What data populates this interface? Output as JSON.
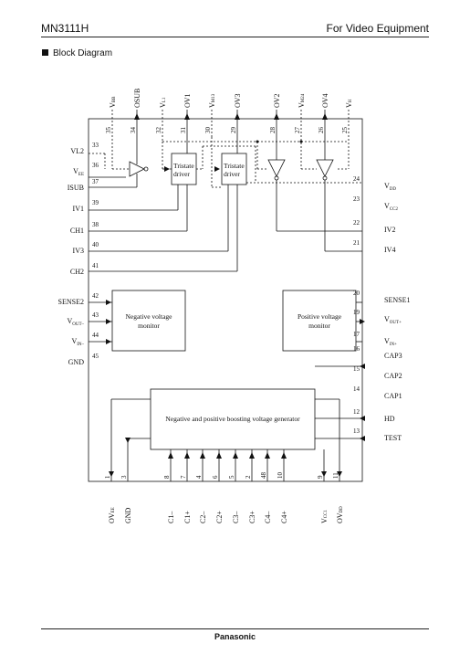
{
  "header": {
    "part_number": "MN3111H",
    "category": "For Video Equipment"
  },
  "section_title": "Block Diagram",
  "footer": {
    "brand": "Panasonic"
  },
  "blocks": {
    "tristate1": [
      "Tristate",
      "driver"
    ],
    "tristate2": [
      "Tristate",
      "driver"
    ],
    "neg_monitor": [
      "Negative voltage",
      "monitor"
    ],
    "pos_monitor": [
      "Positive voltage",
      "monitor"
    ],
    "generator": "Negative and positive boosting voltage generator"
  },
  "pins": {
    "top": [
      {
        "num": "35",
        "name": "V",
        "sub": "BB"
      },
      {
        "num": "34",
        "name": "OSUB",
        "sub": ""
      },
      {
        "num": "32",
        "name": "V",
        "sub": "L1"
      },
      {
        "num": "31",
        "name": "OV1",
        "sub": ""
      },
      {
        "num": "30",
        "name": "V",
        "sub": "M13"
      },
      {
        "num": "29",
        "name": "OV3",
        "sub": ""
      },
      {
        "num": "28",
        "name": "OV2",
        "sub": ""
      },
      {
        "num": "27",
        "name": "V",
        "sub": "M24"
      },
      {
        "num": "26",
        "name": "OV4",
        "sub": ""
      },
      {
        "num": "25",
        "name": "V",
        "sub": "H"
      }
    ],
    "left": [
      {
        "num": "33",
        "name": "VL2",
        "sub": ""
      },
      {
        "num": "36",
        "name": "V",
        "sub": "EE"
      },
      {
        "num": "37",
        "name": "ISUB",
        "sub": ""
      },
      {
        "num": "39",
        "name": "IV1",
        "sub": ""
      },
      {
        "num": "38",
        "name": "CH1",
        "sub": ""
      },
      {
        "num": "40",
        "name": "IV3",
        "sub": ""
      },
      {
        "num": "41",
        "name": "CH2",
        "sub": ""
      },
      {
        "num": "42",
        "name": "SENSE2",
        "sub": ""
      },
      {
        "num": "43",
        "name": "V",
        "sub": "OUT–"
      },
      {
        "num": "44",
        "name": "V",
        "sub": "IN–"
      },
      {
        "num": "45",
        "name": "GND",
        "sub": ""
      }
    ],
    "right": [
      {
        "num": "24",
        "name": "V",
        "sub": "DD"
      },
      {
        "num": "23",
        "name": "V",
        "sub": "CC2"
      },
      {
        "num": "22",
        "name": "IV2",
        "sub": ""
      },
      {
        "num": "21",
        "name": "IV4",
        "sub": ""
      },
      {
        "num": "20",
        "name": "SENSE1",
        "sub": ""
      },
      {
        "num": "19",
        "name": "V",
        "sub": "OUT+"
      },
      {
        "num": "17",
        "name": "V",
        "sub": "IN+"
      },
      {
        "num": "16",
        "name": "CAP3",
        "sub": ""
      },
      {
        "num": "15",
        "name": "CAP2",
        "sub": ""
      },
      {
        "num": "14",
        "name": "CAP1",
        "sub": ""
      },
      {
        "num": "12",
        "name": "HD",
        "sub": ""
      },
      {
        "num": "13",
        "name": "TEST",
        "sub": ""
      }
    ],
    "bottom": [
      {
        "num": "1",
        "name": "OV",
        "sub": "EE"
      },
      {
        "num": "3",
        "name": "GND",
        "sub": ""
      },
      {
        "num": "8",
        "name": "C1–",
        "sub": ""
      },
      {
        "num": "7",
        "name": "C1+",
        "sub": ""
      },
      {
        "num": "4",
        "name": "C2–",
        "sub": ""
      },
      {
        "num": "6",
        "name": "C2+",
        "sub": ""
      },
      {
        "num": "5",
        "name": "C3–",
        "sub": ""
      },
      {
        "num": "2",
        "name": "C3+",
        "sub": ""
      },
      {
        "num": "48",
        "name": "C4–",
        "sub": ""
      },
      {
        "num": "10",
        "name": "C4+",
        "sub": ""
      },
      {
        "num": "9",
        "name": "V",
        "sub": "CC1"
      },
      {
        "num": "11",
        "name": "OV",
        "sub": "DD"
      }
    ]
  }
}
